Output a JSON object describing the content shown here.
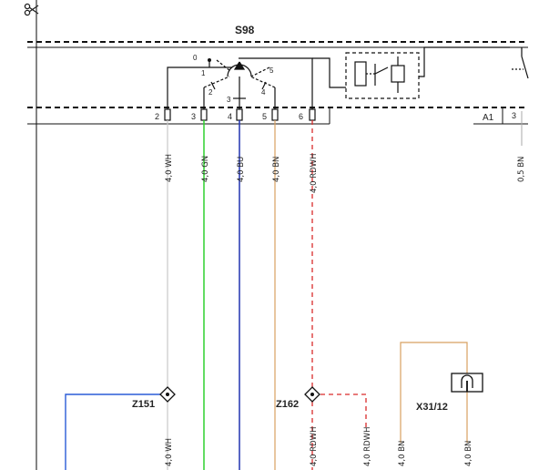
{
  "component": {
    "id": "S98"
  },
  "relay_block": {
    "id": "A1",
    "terminal": "3"
  },
  "switch_positions": {
    "p0": "0",
    "p1": "1",
    "p2": "2",
    "p3": "3",
    "p4": "4",
    "p5": "5"
  },
  "pins": [
    {
      "num": "2",
      "wire": "4,0 WH",
      "color": "#c8c8c8"
    },
    {
      "num": "3",
      "wire": "4,0 GN",
      "color": "#2fd12f"
    },
    {
      "num": "4",
      "wire": "4,0 BU",
      "color": "#2033b0"
    },
    {
      "num": "5",
      "wire": "4,0 BN",
      "color": "#d79a5c"
    },
    {
      "num": "6",
      "wire": "4,0 RDWH",
      "color": "#d92b2b"
    }
  ],
  "edge_wire": {
    "label": "0,5 BN"
  },
  "connectors": {
    "z151": {
      "id": "Z151",
      "wire_bottom": "4,0 WH"
    },
    "z162": {
      "id": "Z162",
      "wire_bottom_a": "4,0 RDWH",
      "wire_bottom_b": "4,0 RDWH"
    },
    "x31": {
      "id": "X31/12",
      "wire_bottom_a": "4,0 BN",
      "wire_bottom_b": "4,0 BN"
    }
  },
  "colors": {
    "blue": "#2a5bd7",
    "brown": "#d8a060",
    "red": "#d92b2b",
    "white_wire": "#c8c8c8",
    "green": "#2fd12f",
    "darkblue": "#2033b0"
  }
}
